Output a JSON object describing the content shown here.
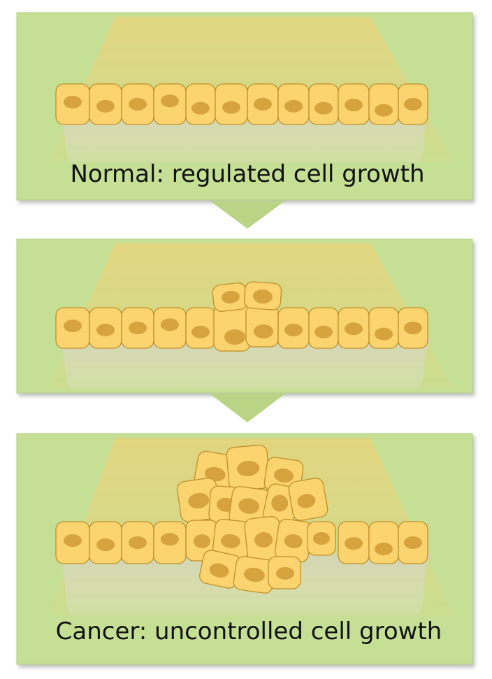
{
  "colors": {
    "panel_fill": "#c5df95",
    "panel_stroke": "#b4cf86",
    "light_beam_top": "#e5d77a",
    "tissue_band": "#d9dcc0",
    "cell_fill": "#fbd46f",
    "cell_stroke": "#bf8f2a",
    "nucleus_fill": "#d6a33e",
    "arrow_fill": "#b8d484"
  },
  "panels": [
    {
      "id": "normal",
      "caption": "Normal: regulated cell growth"
    },
    {
      "id": "early",
      "caption": ""
    },
    {
      "id": "cancer",
      "caption": "Cancer: uncontrolled cell growth"
    }
  ]
}
